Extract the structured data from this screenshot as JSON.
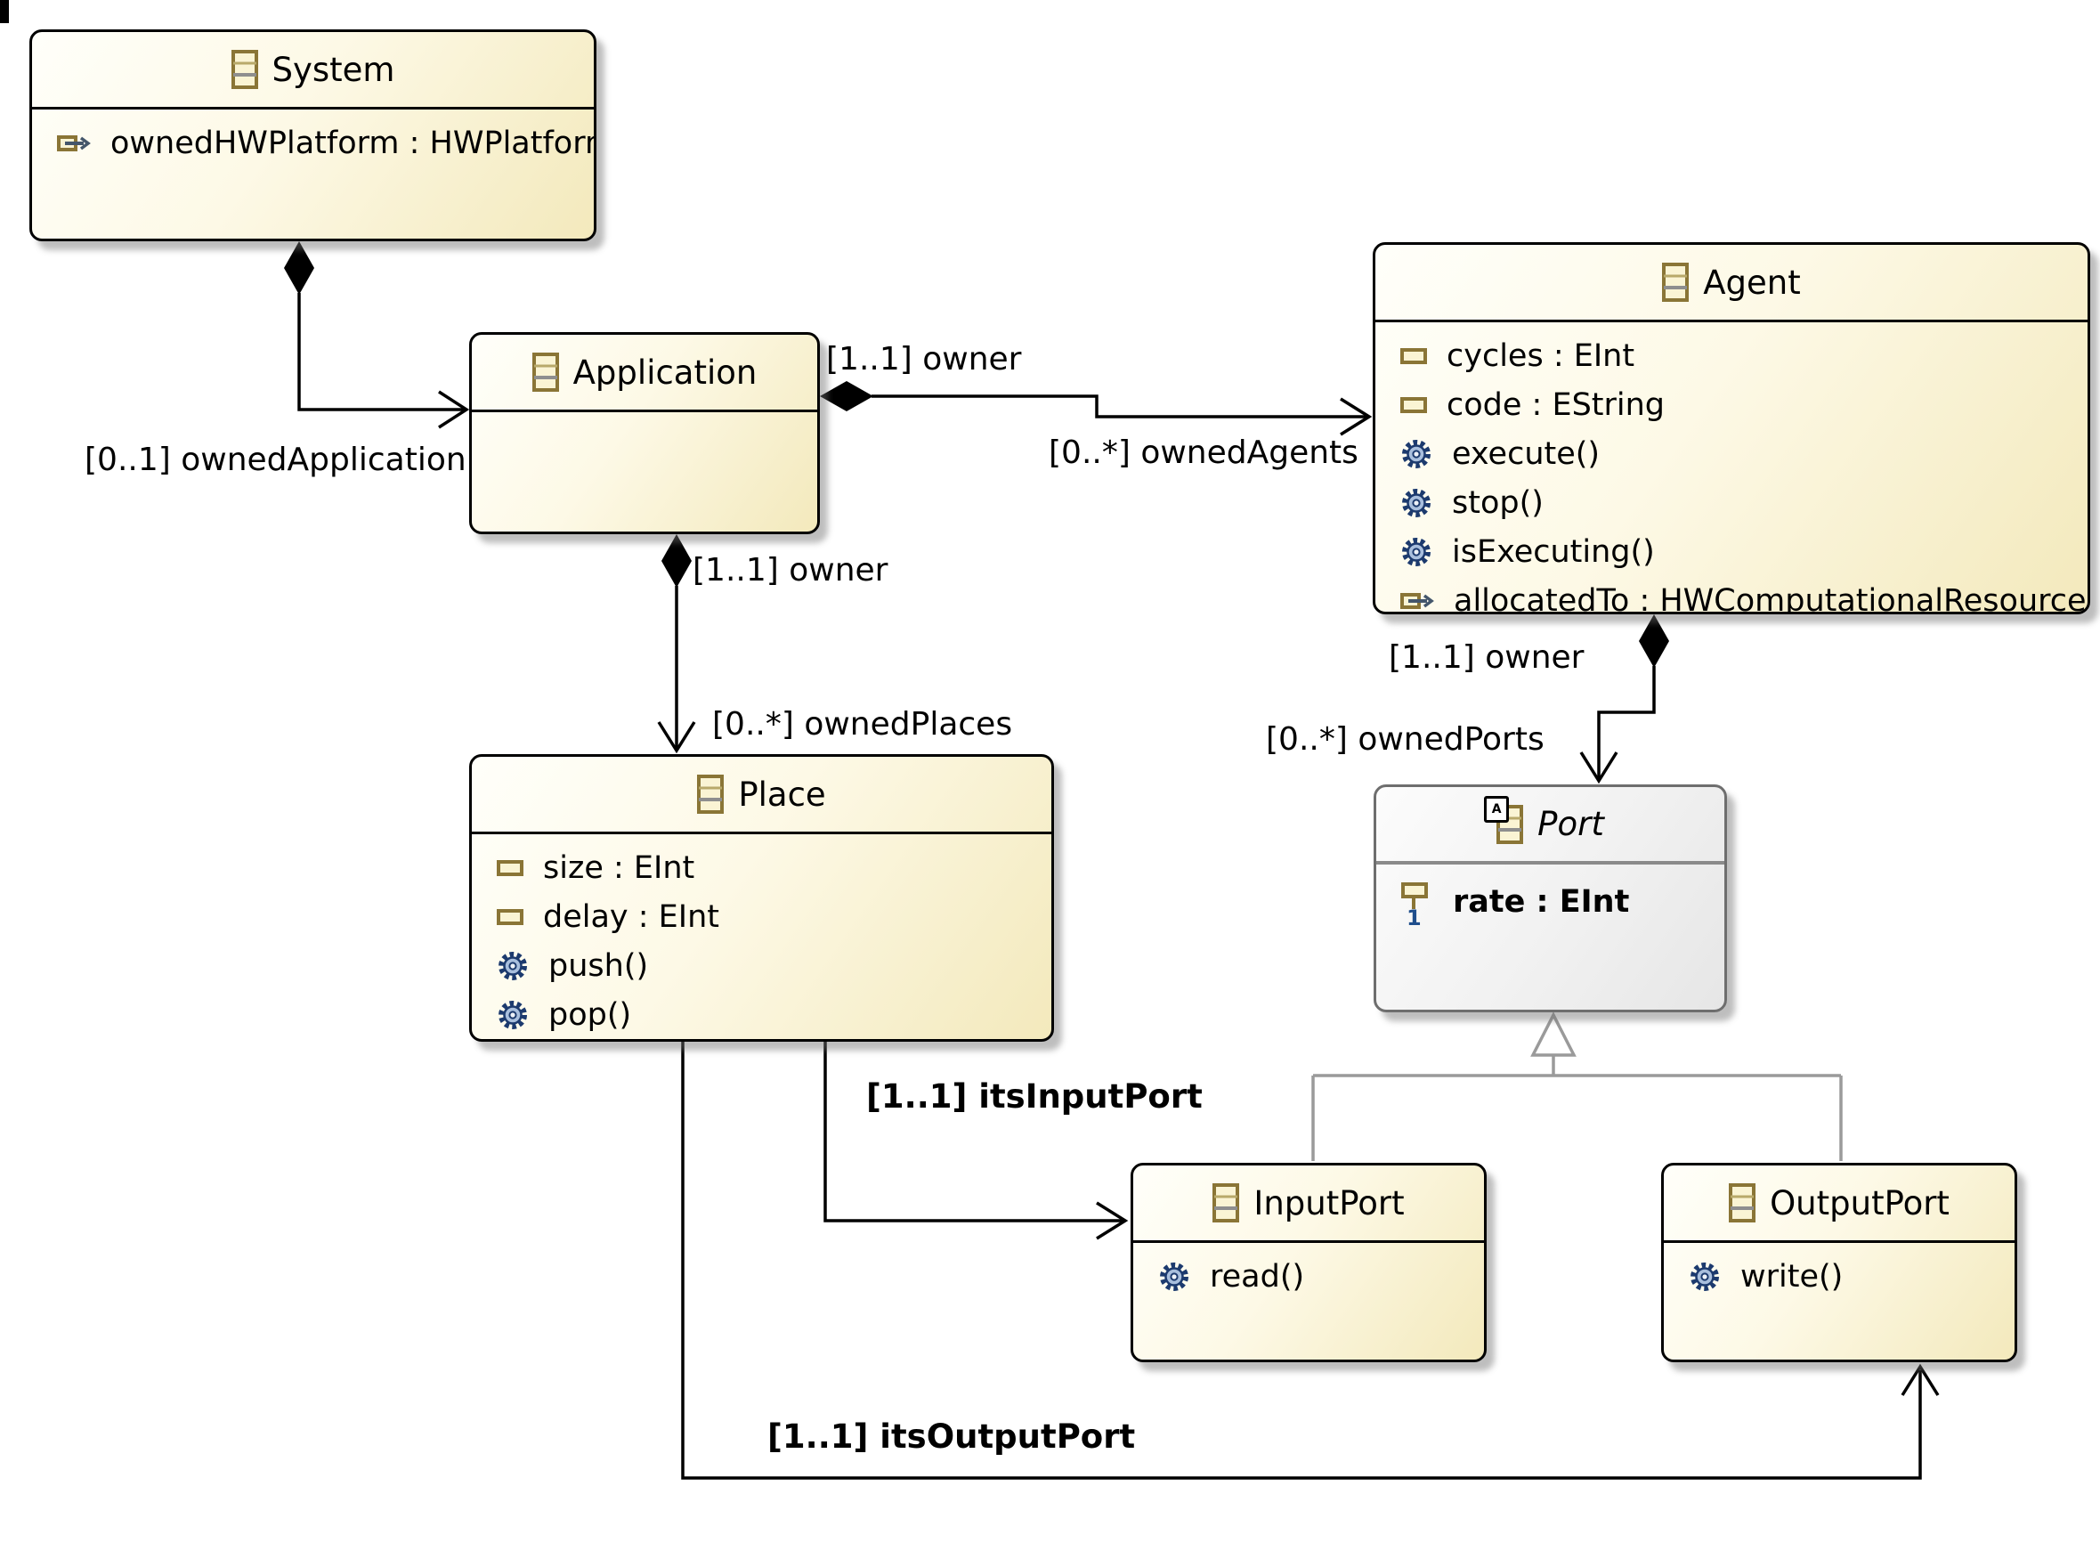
{
  "diagram": {
    "type": "ecore-class-diagram",
    "colors": {
      "class_border": "#000000",
      "class_fill_light": "#fffffa",
      "class_fill_dark": "#f3e9bc",
      "abstract_fill": "#efefef",
      "abstract_border": "#6e6e6e",
      "generalization_line": "#9a9a9a",
      "edge_line": "#000000",
      "icon_tan": "#8a7536",
      "icon_fill": "#faf4d4",
      "operation_icon_blue": "#1c3a6e",
      "required_multiplicity_blue": "#1f4e8c"
    }
  },
  "classes": {
    "system": {
      "title": "System",
      "features": [
        {
          "icon": "ereference-icon",
          "text": "ownedHWPlatform : HWPlatform"
        }
      ]
    },
    "application": {
      "title": "Application",
      "features": []
    },
    "agent": {
      "title": "Agent",
      "features": [
        {
          "icon": "eattribute-icon",
          "text": "cycles : EInt"
        },
        {
          "icon": "eattribute-icon",
          "text": "code : EString"
        },
        {
          "icon": "eoperation-icon",
          "text": "execute()"
        },
        {
          "icon": "eoperation-icon",
          "text": "stop()"
        },
        {
          "icon": "eoperation-icon",
          "text": "isExecuting()"
        },
        {
          "icon": "ereference-icon",
          "text": "allocatedTo : HWComputationalResource"
        }
      ]
    },
    "place": {
      "title": "Place",
      "features": [
        {
          "icon": "eattribute-icon",
          "text": "size : EInt"
        },
        {
          "icon": "eattribute-icon",
          "text": "delay : EInt"
        },
        {
          "icon": "eoperation-icon",
          "text": "push()"
        },
        {
          "icon": "eoperation-icon",
          "text": "pop()"
        }
      ]
    },
    "port": {
      "title": "Port",
      "abstract_marker": "A",
      "features": [
        {
          "icon": "eattribute-required-icon",
          "text": "rate : EInt",
          "lower_bound": "1"
        }
      ]
    },
    "inputport": {
      "title": "InputPort",
      "features": [
        {
          "icon": "eoperation-icon",
          "text": "read()"
        }
      ]
    },
    "outputport": {
      "title": "OutputPort",
      "features": [
        {
          "icon": "eoperation-icon",
          "text": "write()"
        }
      ]
    }
  },
  "edges": {
    "ownedApplication": {
      "label": "[0..1] ownedApplication"
    },
    "ownedAgents": {
      "owner_label": "[1..1] owner",
      "label": "[0..*] ownedAgents"
    },
    "ownedPlaces": {
      "owner_label": "[1..1] owner",
      "label": "[0..*] ownedPlaces"
    },
    "ownedPorts": {
      "owner_label": "[1..1] owner",
      "label": "[0..*] ownedPorts"
    },
    "itsInputPort": {
      "label": "[1..1] itsInputPort"
    },
    "itsOutputPort": {
      "label": "[1..1] itsOutputPort"
    }
  }
}
